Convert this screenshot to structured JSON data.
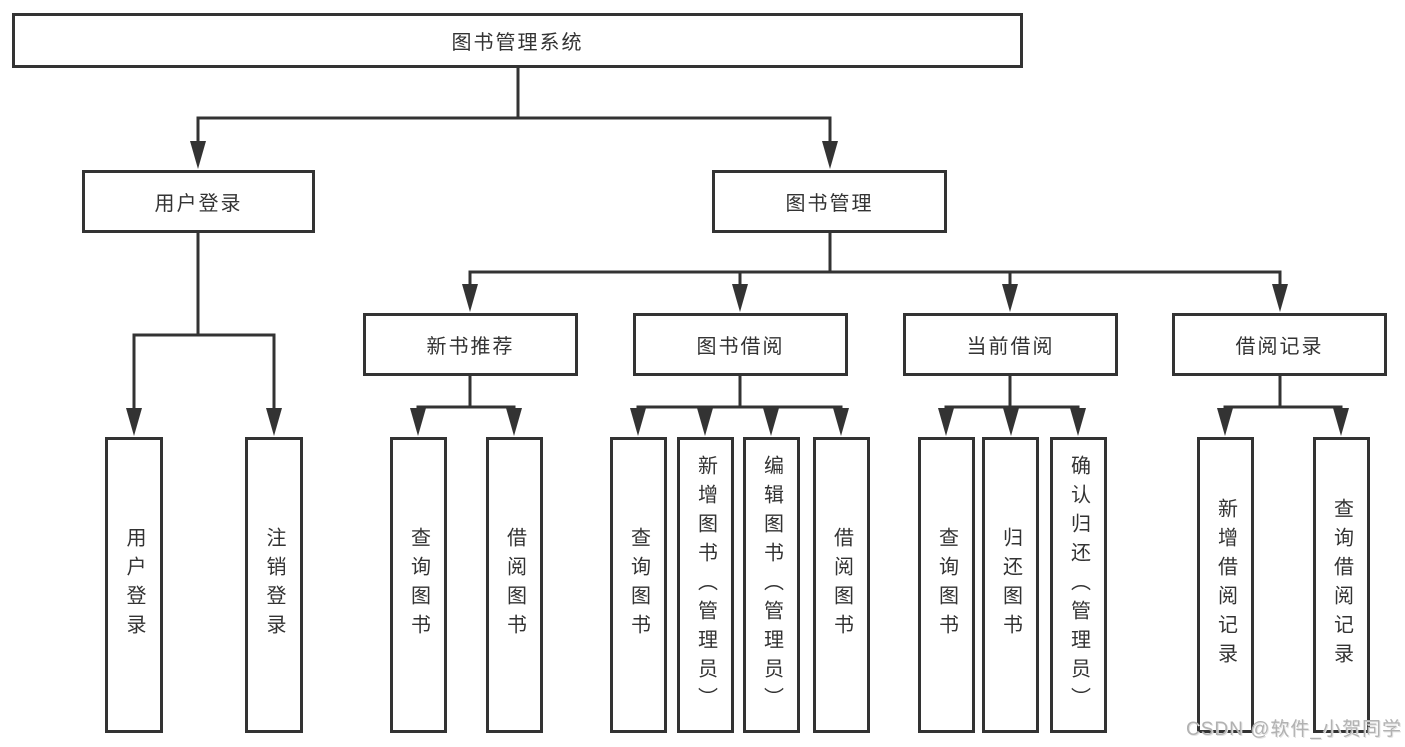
{
  "nodes": {
    "root": {
      "label": "图书管理系统"
    },
    "user_login": {
      "label": "用户登录"
    },
    "book_mgmt": {
      "label": "图书管理"
    },
    "new_book_rec": {
      "label": "新书推荐"
    },
    "book_borrow": {
      "label": "图书借阅"
    },
    "current_borrow": {
      "label": "当前借阅"
    },
    "borrow_records": {
      "label": "借阅记录"
    },
    "leaf_user_login": {
      "label": "用户登录"
    },
    "leaf_logout": {
      "label": "注销登录"
    },
    "leaf_query_book_1": {
      "label": "查询图书"
    },
    "leaf_borrow_book_1": {
      "label": "借阅图书"
    },
    "leaf_query_book_2": {
      "label": "查询图书"
    },
    "leaf_add_book": {
      "label": "新增图书（管理员）"
    },
    "leaf_edit_book": {
      "label": "编辑图书（管理员）"
    },
    "leaf_borrow_book_2": {
      "label": "借阅图书"
    },
    "leaf_query_book_3": {
      "label": "查询图书"
    },
    "leaf_return_book": {
      "label": "归还图书"
    },
    "leaf_confirm_return": {
      "label": "确认归还（管理员）"
    },
    "leaf_add_record": {
      "label": "新增借阅记录"
    },
    "leaf_query_record": {
      "label": "查询借阅记录"
    }
  },
  "watermark": {
    "text": "CSDN @软件_小贺同学"
  },
  "colors": {
    "line": "#333333",
    "text": "#333333",
    "box_fill": "#ffffff",
    "background": "#ffffff",
    "watermark": "#b2b2b2"
  }
}
